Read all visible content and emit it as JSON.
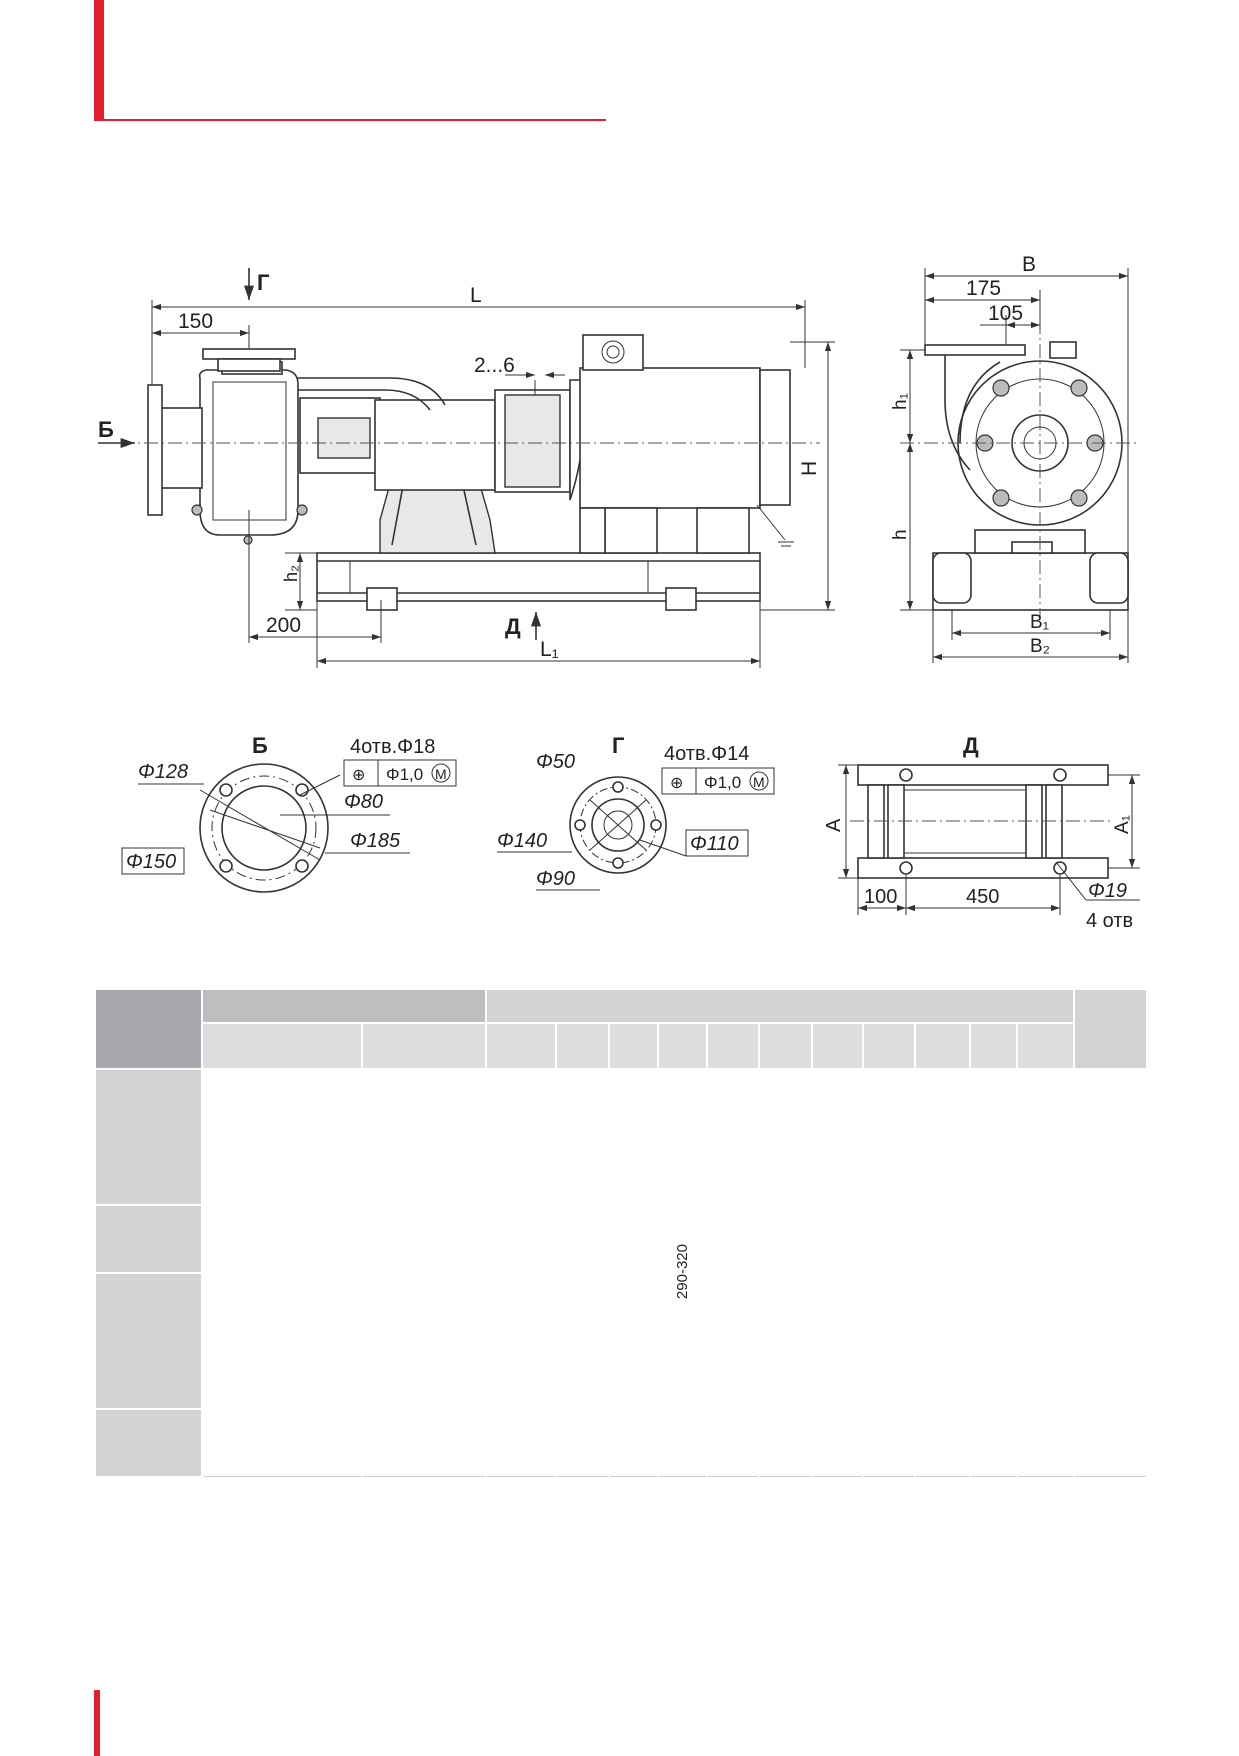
{
  "colors": {
    "accent": "#e31e2d",
    "header_dark": "#a7a9ac",
    "header_light": "#d1d3d4"
  },
  "side_view": {
    "dims": {
      "L": "L",
      "L1": "L₁",
      "H": "H",
      "h2": "h₂",
      "d150": "150",
      "d200": "200",
      "gap": "2...6"
    },
    "views": {
      "B": "Б",
      "G": "Г",
      "D": "Д"
    }
  },
  "end_view": {
    "dims": {
      "B": "B",
      "d175": "175",
      "d105": "105",
      "h1": "h₁",
      "h": "h",
      "B1": "B₁",
      "B2": "B₂"
    }
  },
  "flange_b": {
    "title": "Б",
    "holes": "4отв.Φ18",
    "tolerance": "Φ1,0",
    "tol_symbol": "⊕",
    "mod": "M",
    "d128": "Φ128",
    "d80": "Φ80",
    "d185": "Φ185",
    "d150": "Φ150"
  },
  "flange_g": {
    "title": "Г",
    "holes": "4отв.Φ14",
    "tolerance": "Φ1,0",
    "tol_symbol": "⊕",
    "mod": "M",
    "d50": "Φ50",
    "d140": "Φ140",
    "d110": "Φ110",
    "d90": "Φ90"
  },
  "base_d": {
    "title": "Д",
    "A": "A",
    "A1": "A₁",
    "d100": "100",
    "d450": "450",
    "hole": "Φ19",
    "holes_count": "4 отв"
  },
  "table": {
    "merged_value": "290-320"
  }
}
